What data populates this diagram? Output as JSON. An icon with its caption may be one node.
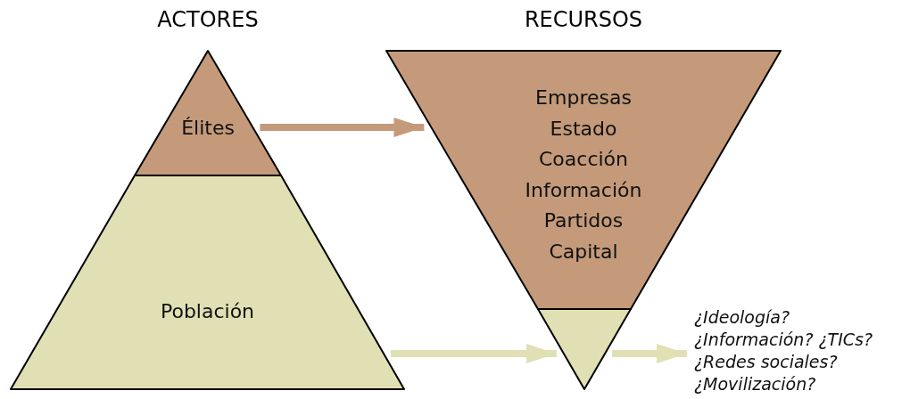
{
  "diagram": {
    "nodes": [
      {
        "text": [
          "Élites"
        ]
      },
      {
        "text": [
          "Población"
        ]
      },
      {
        "text": [
          "Empresas",
          "Estado",
          "Coacción",
          "Información",
          "Partidos",
          "Capital"
        ]
      },
      {
        "text": [],
        "shape": "triangle"
      },
      {
        "text": [
          "¿Ideología?",
          "¿Información? ¿TICs?",
          "¿Redes sociales?",
          "¿Movilización?"
        ]
      }
    ],
    "edges": [
      {
        "from": 0,
        "to": 2,
        "arrow": "to",
        "color": "#c49a7a"
      },
      {
        "from": 1,
        "to": 3,
        "arrow": "to"
      },
      {
        "from": 3,
        "to": 4,
        "arrow": "to"
      }
    ],
    "labels": [
      "ACTORES",
      "RECURSOS"
    ]
  }
}
